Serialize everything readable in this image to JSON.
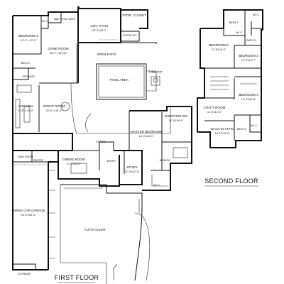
{
  "floors": {
    "first": "FIRST FLOOR",
    "second": "SECOND FLOOR"
  },
  "first_floor_rooms": [
    {
      "name": "STOR. CLOSET",
      "dims": ""
    },
    {
      "name": "COV. PATIO",
      "dims": "25'-0\"x18'-2\""
    },
    {
      "name": "OUTDR KIT.",
      "dims": ""
    },
    {
      "name": "GAME ROOM",
      "dims": "16'-0\" x 22'-10\""
    },
    {
      "name": "BEDROOM 2",
      "dims": "12'-3\" x 12'-0\""
    },
    {
      "name": "W.I.C.",
      "dims": ""
    },
    {
      "name": "BAR",
      "dims": ""
    },
    {
      "name": "POOL BATH",
      "dims": ""
    },
    {
      "name": "BATH 2",
      "dims": ""
    },
    {
      "name": "STORAGE",
      "dims": ""
    },
    {
      "name": "OPEN PATIO",
      "dims": ""
    },
    {
      "name": "POOL AREA",
      "dims": ""
    },
    {
      "name": "FIRE PIT",
      "dims": ""
    },
    {
      "name": "KITCHEN",
      "dims": "11'-8\" x 22'-4\""
    },
    {
      "name": "GREAT ROOM",
      "dims": "23'-6\" x 28'-0\""
    },
    {
      "name": "EXERCISE RM",
      "dims": "11'-10\"x9'-0\""
    },
    {
      "name": "MASTER BEDROOM",
      "dims": "16'-0\"x16'-0\""
    },
    {
      "name": "MUD ROOM",
      "dims": ""
    },
    {
      "name": "PANTRY",
      "dims": ""
    },
    {
      "name": "FOYER",
      "dims": ""
    },
    {
      "name": "DINING ROOM",
      "dims": "17'-0\"x16'-0\""
    },
    {
      "name": "ENTRY",
      "dims": ""
    },
    {
      "name": "STUDY",
      "dims": "12'-0\"x12'-0\""
    },
    {
      "name": "M. BATH",
      "dims": ""
    },
    {
      "name": "W.I.C.",
      "dims": ""
    },
    {
      "name": "THREE CAR GARAGE",
      "dims": "23'-0\"x40'-1\""
    },
    {
      "name": "AUTO-COURT",
      "dims": ""
    },
    {
      "name": "STORAGE",
      "dims": ""
    }
  ],
  "second_floor_rooms": [
    {
      "name": "BATH 3",
      "dims": ""
    },
    {
      "name": "W.I.C.",
      "dims": ""
    },
    {
      "name": "W.I.C.",
      "dims": ""
    },
    {
      "name": "BATH D",
      "dims": ""
    },
    {
      "name": "BEDROOM 5",
      "dims": "13'-6\"x10'-0\""
    },
    {
      "name": "BEDROOM 3",
      "dims": "14'-9\"x13'-7\""
    },
    {
      "name": "BEDROOM 4",
      "dims": "13'-3\"x14'-8\""
    },
    {
      "name": "CRAFT ROOM",
      "dims": "11'-5\"x12'-0\""
    },
    {
      "name": "WALK-IN ATTIC",
      "dims": "16'-10\"x9'-0\""
    },
    {
      "name": "BATH 4",
      "dims": ""
    },
    {
      "name": "W.I.C.",
      "dims": ""
    }
  ]
}
